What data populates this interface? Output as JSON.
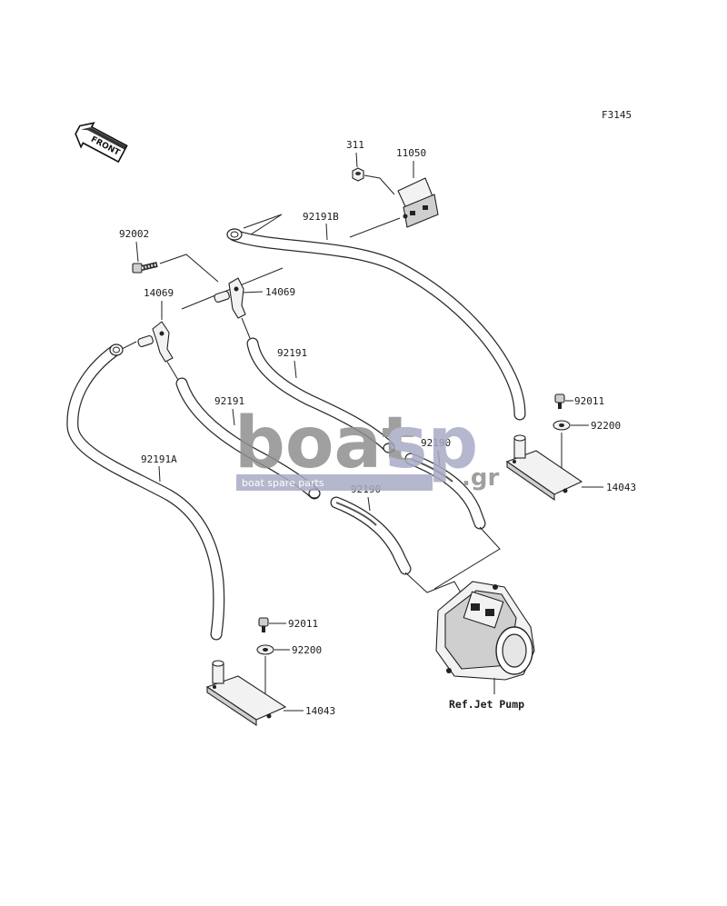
{
  "figure_code": "F3145",
  "front_label": "FRONT",
  "labels": {
    "p311": "311",
    "p11050": "11050",
    "p92191B": "92191B",
    "p92002": "92002",
    "p14069_left": "14069",
    "p14069_right": "14069",
    "p92191_upper": "92191",
    "p92191_lower": "92191",
    "p92190_upper": "92190",
    "p92190_lower": "92190",
    "p92191A": "92191A",
    "p92011_right": "92011",
    "p92200_right": "92200",
    "p14043_right": "14043",
    "p92011_left": "92011",
    "p92200_left": "92200",
    "p14043_left": "14043",
    "ref_jet_pump": "Ref.Jet Pump"
  },
  "watermark": {
    "brand_left": "boat",
    "brand_right": "sp",
    "suffix": ".gr",
    "tagline": "boat spare parts",
    "color_main": "#8f8f8f",
    "color_accent": "#a9abc6"
  }
}
